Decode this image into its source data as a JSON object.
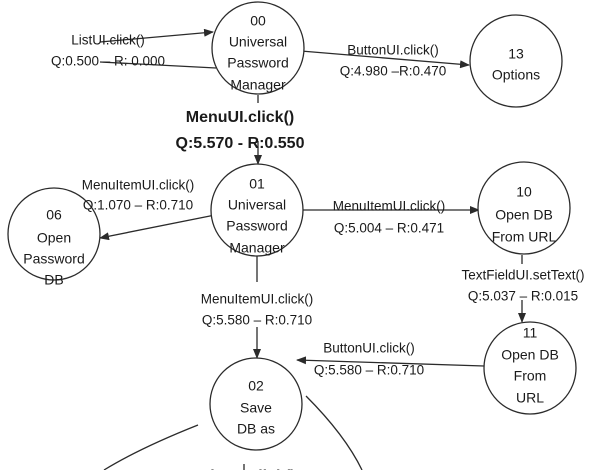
{
  "nodes": [
    {
      "id": "00",
      "lines": [
        "00",
        "Universal",
        "Password",
        "Manager"
      ]
    },
    {
      "id": "13",
      "lines": [
        "13",
        "Options"
      ]
    },
    {
      "id": "01",
      "lines": [
        "01",
        "Universal",
        "Password",
        "Manager"
      ]
    },
    {
      "id": "06",
      "lines": [
        "06",
        "Open",
        "Password",
        "DB"
      ]
    },
    {
      "id": "10",
      "lines": [
        "10",
        "Open DB",
        "From URL"
      ]
    },
    {
      "id": "11",
      "lines": [
        "11",
        "Open DB",
        "From",
        "URL"
      ]
    },
    {
      "id": "02",
      "lines": [
        "02",
        "Save",
        "DB as"
      ]
    }
  ],
  "edges": [
    {
      "id": "listui-into-00",
      "from": "",
      "to": "00",
      "lines": [
        "ListUI.click()",
        "Q:0.500 – R: 0.000"
      ]
    },
    {
      "id": "00-to-13",
      "from": "00",
      "to": "13",
      "lines": [
        "ButtonUI.click()",
        "Q:4.980 –R:0.470"
      ]
    },
    {
      "id": "00-to-01",
      "from": "00",
      "to": "01",
      "lines": [
        "MenuUI.click()",
        "Q:5.570 - R:0.550"
      ]
    },
    {
      "id": "01-to-06",
      "from": "01",
      "to": "06",
      "lines": [
        "MenuItemUI.click()",
        "Q:1.070 – R:0.710"
      ]
    },
    {
      "id": "01-to-10",
      "from": "01",
      "to": "10",
      "lines": [
        "MenuItemUI.click()",
        "Q:5.004 – R:0.471"
      ]
    },
    {
      "id": "10-to-11",
      "from": "10",
      "to": "11",
      "lines": [
        "TextFieldUI.setText()",
        "Q:5.037 – R:0.015"
      ]
    },
    {
      "id": "01-to-02",
      "from": "01",
      "to": "02",
      "lines": [
        "MenuItemUI.click()",
        "Q:5.580 – R:0.710"
      ]
    },
    {
      "id": "11-to-02",
      "from": "11",
      "to": "02",
      "lines": [
        "ButtonUI.click()",
        "Q:5.580 – R:0.710"
      ]
    }
  ],
  "partial_label": "ListUI.click()"
}
